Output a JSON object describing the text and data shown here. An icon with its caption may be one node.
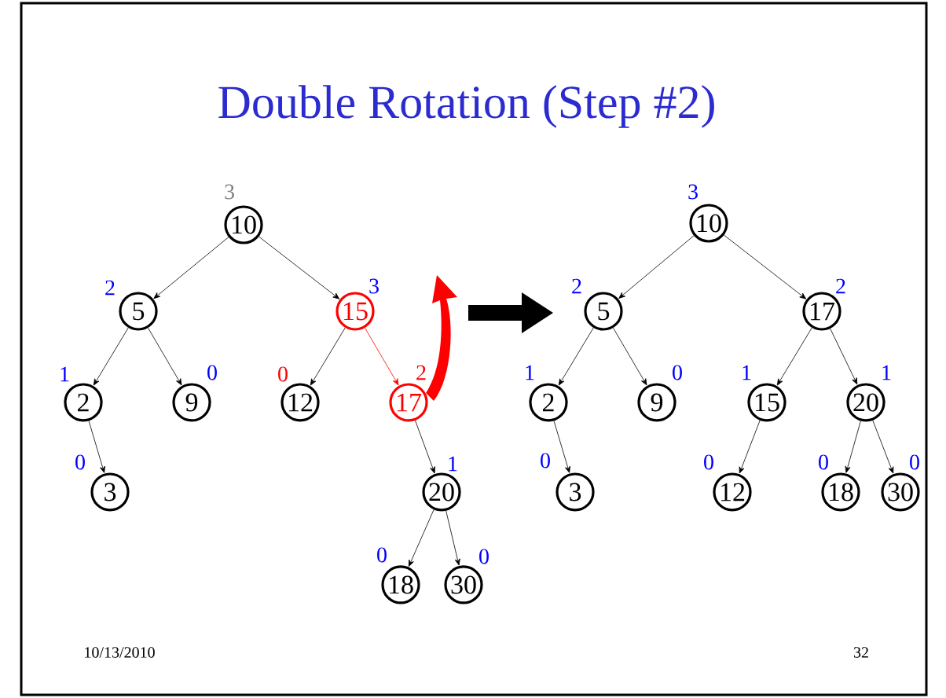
{
  "diagram": {
    "title": "Double Rotation (Step #2)",
    "nodes": [
      {
        "text": [
          "10"
        ],
        "beside": [
          "3"
        ]
      },
      {
        "text": [
          "5"
        ],
        "beside": [
          "2"
        ]
      },
      {
        "text": [
          "15"
        ],
        "beside": [
          "3"
        ]
      },
      {
        "text": [
          "2"
        ],
        "beside": [
          "1"
        ]
      },
      {
        "text": [
          "9"
        ],
        "beside": [
          "0"
        ]
      },
      {
        "text": [
          "12"
        ],
        "beside": [
          "0"
        ]
      },
      {
        "text": [
          "17"
        ],
        "beside": [
          "2"
        ]
      },
      {
        "text": [
          "3"
        ],
        "beside": [
          "0"
        ]
      },
      {
        "text": [
          "20"
        ],
        "beside": [
          "1"
        ]
      },
      {
        "text": [
          "18"
        ],
        "beside": [
          "0"
        ]
      },
      {
        "text": [
          "30"
        ],
        "beside": [
          "0"
        ]
      },
      {
        "text": [
          "10"
        ],
        "beside": [
          "3"
        ]
      },
      {
        "text": [
          "5"
        ],
        "beside": [
          "2"
        ]
      },
      {
        "text": [
          "17"
        ],
        "beside": [
          "2"
        ]
      },
      {
        "text": [
          "2"
        ],
        "beside": [
          "1"
        ]
      },
      {
        "text": [
          "9"
        ],
        "beside": [
          "0"
        ]
      },
      {
        "text": [
          "15"
        ],
        "beside": [
          "1"
        ]
      },
      {
        "text": [
          "20"
        ],
        "beside": [
          "1"
        ]
      },
      {
        "text": [
          "3"
        ],
        "beside": [
          "0"
        ]
      },
      {
        "text": [
          "12"
        ],
        "beside": [
          "0"
        ]
      },
      {
        "text": [
          "18"
        ],
        "beside": [
          "0"
        ]
      },
      {
        "text": [
          "30"
        ],
        "beside": [
          "0"
        ]
      }
    ],
    "edges": [
      {
        "from": 0,
        "to": 1,
        "arrow": "to"
      },
      {
        "from": 0,
        "to": 2,
        "arrow": "to"
      },
      {
        "from": 1,
        "to": 3,
        "arrow": "to"
      },
      {
        "from": 1,
        "to": 4,
        "arrow": "to"
      },
      {
        "from": 2,
        "to": 5,
        "arrow": "to"
      },
      {
        "from": 2,
        "to": 6,
        "arrow": "to",
        "color": "#ff0000"
      },
      {
        "from": 3,
        "to": 7,
        "arrow": "to"
      },
      {
        "from": 6,
        "to": 8,
        "arrow": "to"
      },
      {
        "from": 8,
        "to": 9,
        "arrow": "to"
      },
      {
        "from": 8,
        "to": 10,
        "arrow": "to"
      },
      {
        "from": 11,
        "to": 12,
        "arrow": "to"
      },
      {
        "from": 11,
        "to": 13,
        "arrow": "to"
      },
      {
        "from": 12,
        "to": 14,
        "arrow": "to"
      },
      {
        "from": 12,
        "to": 15,
        "arrow": "to"
      },
      {
        "from": 13,
        "to": 16,
        "arrow": "to"
      },
      {
        "from": 13,
        "to": 17,
        "arrow": "to"
      },
      {
        "from": 14,
        "to": 18,
        "arrow": "to"
      },
      {
        "from": 16,
        "to": 19,
        "arrow": "to"
      },
      {
        "from": 17,
        "to": 20,
        "arrow": "to"
      },
      {
        "from": 17,
        "to": 21,
        "arrow": "to"
      }
    ],
    "labels": [
      "10/13/2010",
      "32"
    ]
  }
}
